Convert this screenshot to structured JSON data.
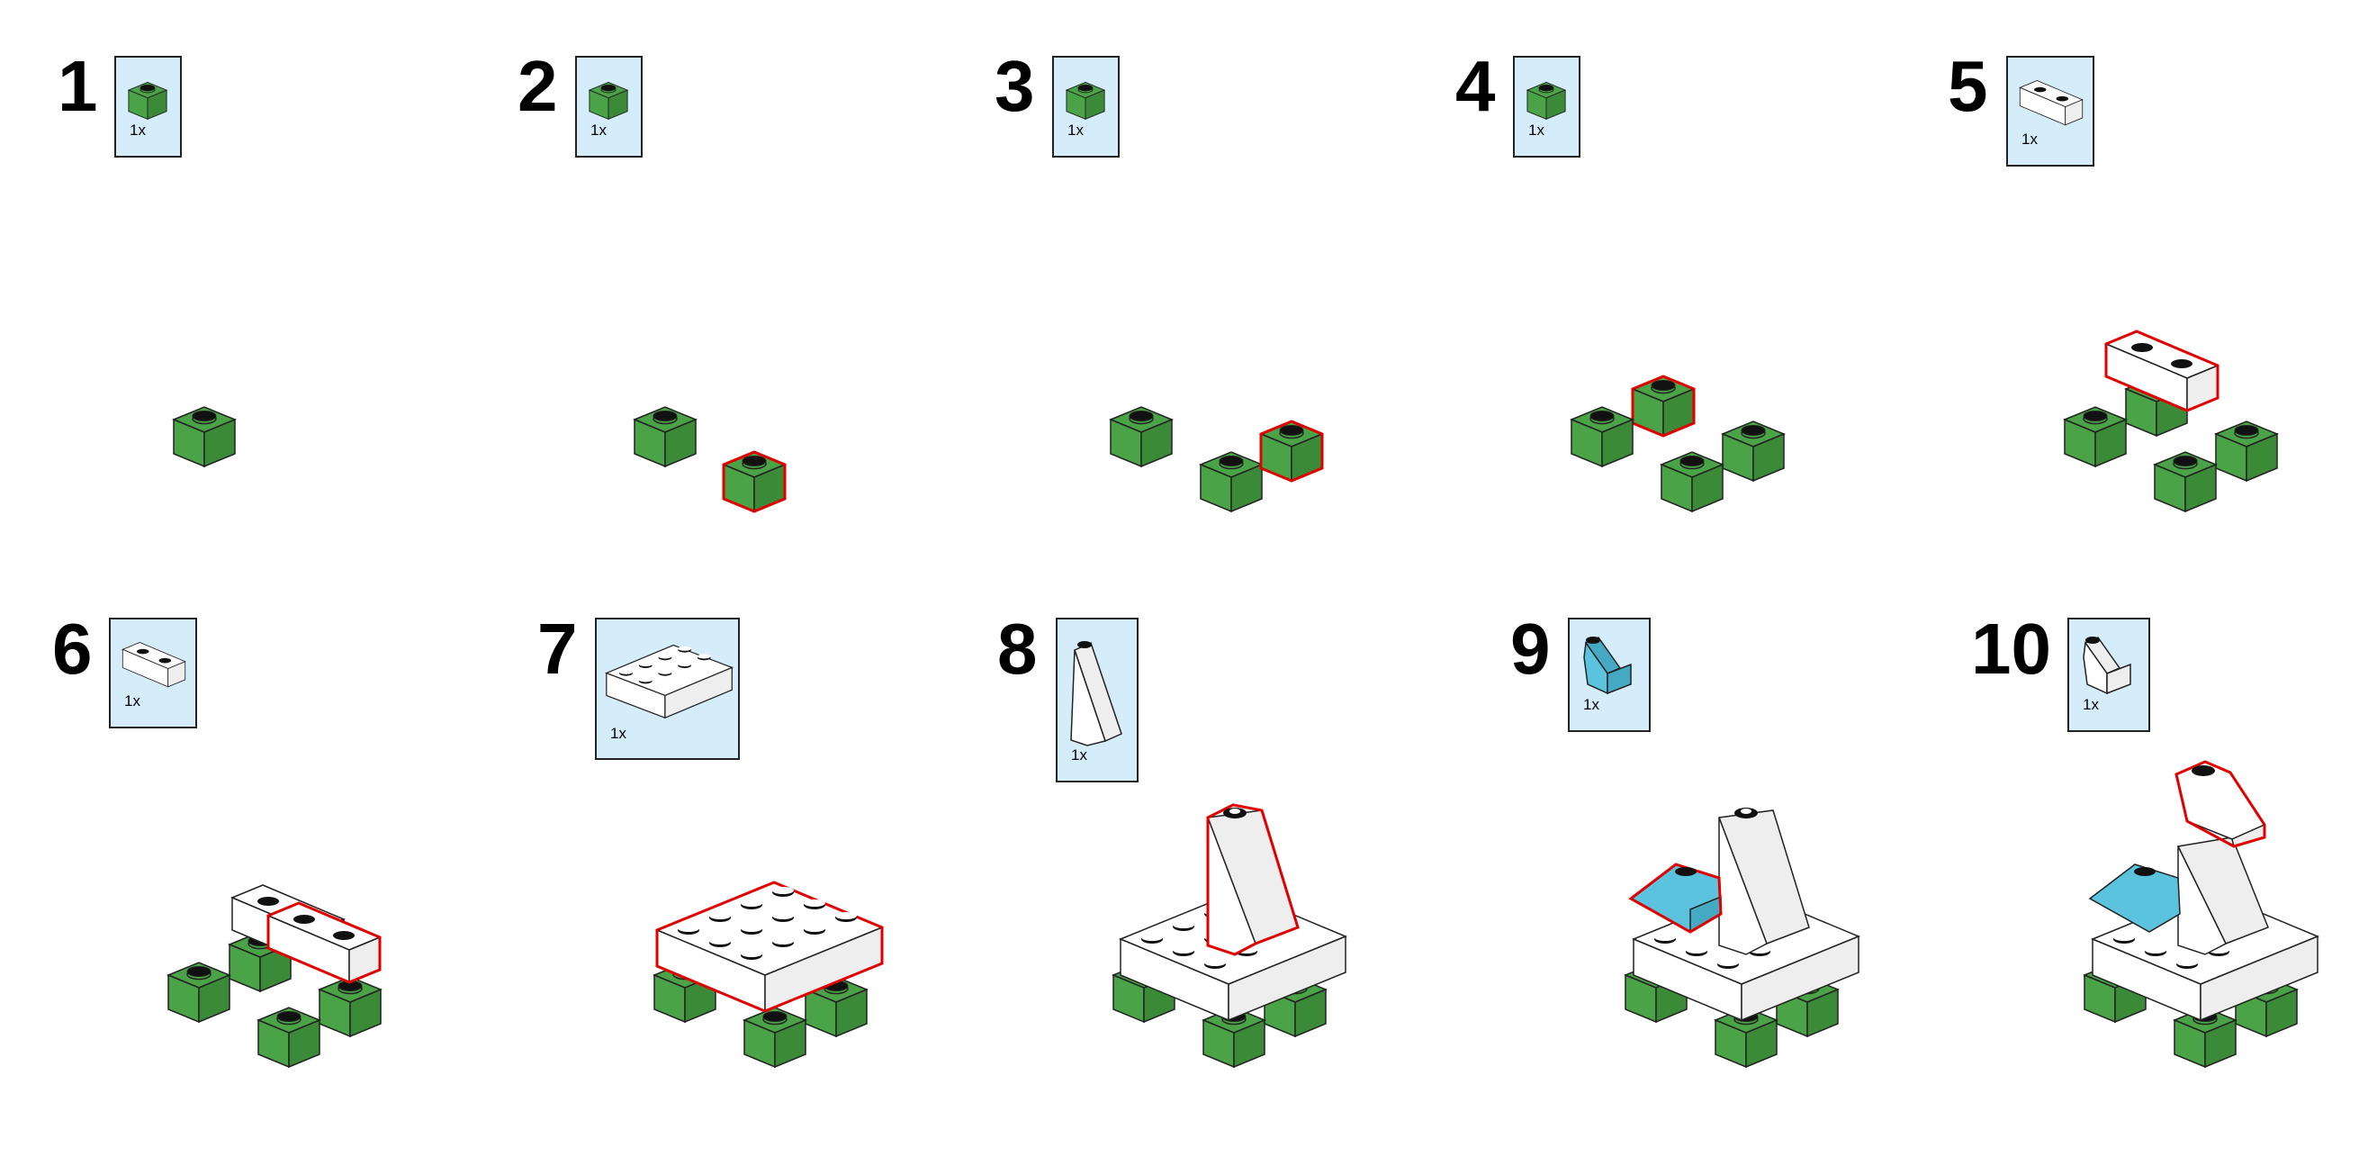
{
  "colors": {
    "green": "#4aa346",
    "green_shade": "#3b8a38",
    "white": "#ffffff",
    "white_shade": "#eeeeee",
    "blue": "#5bc3de",
    "blue_shade": "#46a9c4",
    "callout_bg": "#d5ecfb",
    "highlight": "#e00000",
    "stroke": "#222222"
  },
  "steps": [
    {
      "number": "1",
      "parts": [
        {
          "qty": "1x",
          "icon": "green-brick-1x1-icon"
        }
      ]
    },
    {
      "number": "2",
      "parts": [
        {
          "qty": "1x",
          "icon": "green-brick-1x1-icon"
        }
      ]
    },
    {
      "number": "3",
      "parts": [
        {
          "qty": "1x",
          "icon": "green-brick-1x1-icon"
        }
      ]
    },
    {
      "number": "4",
      "parts": [
        {
          "qty": "1x",
          "icon": "green-brick-1x1-icon"
        }
      ]
    },
    {
      "number": "5",
      "parts": [
        {
          "qty": "1x",
          "icon": "white-brick-1x2-icon"
        }
      ]
    },
    {
      "number": "6",
      "parts": [
        {
          "qty": "1x",
          "icon": "white-brick-1x2-icon"
        }
      ]
    },
    {
      "number": "7",
      "parts": [
        {
          "qty": "1x",
          "icon": "white-brick-2x4-icon"
        }
      ]
    },
    {
      "number": "8",
      "parts": [
        {
          "qty": "1x",
          "icon": "white-slope-tall-icon"
        }
      ]
    },
    {
      "number": "9",
      "parts": [
        {
          "qty": "1x",
          "icon": "blue-slope-icon"
        }
      ]
    },
    {
      "number": "10",
      "parts": [
        {
          "qty": "1x",
          "icon": "white-slope-icon"
        }
      ]
    }
  ]
}
